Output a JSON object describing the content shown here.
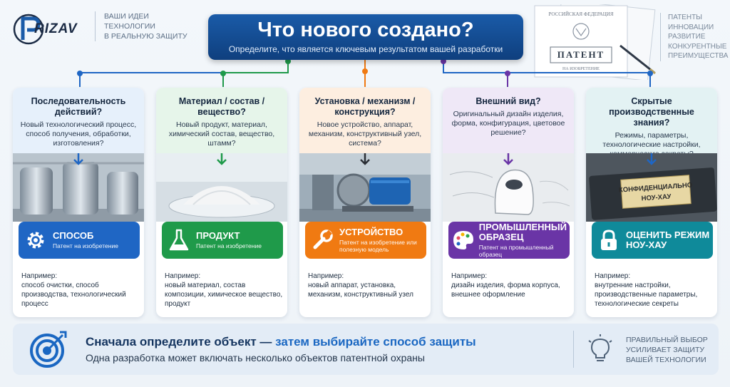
{
  "brand": {
    "logo_text": "RIZAV",
    "tagline_left": [
      "ВАШИ ИДЕИ",
      "ТЕХНОЛОГИИ",
      "В РЕАЛЬНУЮ ЗАЩИТУ"
    ],
    "tagline_right": [
      "ПАТЕНТЫ",
      "ИННОВАЦИИ",
      "РАЗВИТИЕ",
      "КОНКУРЕНТНЫЕ",
      "ПРЕИМУЩЕСТВА"
    ]
  },
  "patent_doc": {
    "header": "РОССИЙСКАЯ ФЕДЕРАЦИЯ",
    "title": "ПАТЕНТ",
    "subtitle": "НА ИЗОБРЕТЕНИЕ"
  },
  "header": {
    "title": "Что нового создано?",
    "subtitle": "Определите, что является ключевым результатом вашей разработки"
  },
  "cards": [
    {
      "title": "Последовательность действий?",
      "desc": "Новый технологический процесс, способ получения, обработки, изготовления?",
      "badge_title": "СПОСОБ",
      "badge_sub": "Патент на изобретение",
      "example_label": "Например:",
      "example_text": "способ очистки, способ производства, технологический процесс",
      "color": "#1f66c4",
      "top_bg": "#e6f0fb",
      "icon": "gear-icon"
    },
    {
      "title": "Материал / состав / вещество?",
      "desc": "Новый продукт, материал, химический состав, вещество, штамм?",
      "badge_title": "ПРОДУКТ",
      "badge_sub": "Патент на изобретение",
      "example_label": "Например:",
      "example_text": "новый материал, состав композиции, химическое вещество, продукт",
      "color": "#1f9a4a",
      "top_bg": "#e6f5ea",
      "icon": "flask-icon"
    },
    {
      "title": "Установка / механизм / конструкция?",
      "desc": "Новое устройство, аппарат, механизм, конструктивный узел, система?",
      "badge_title": "УСТРОЙСТВО",
      "badge_sub": "Патент на изобретение или полезную модель",
      "example_label": "Например:",
      "example_text": "новый аппарат, установка, механизм, конструктивный узел",
      "color": "#f07a12",
      "top_bg": "#fdeee0",
      "icon": "wrench-icon"
    },
    {
      "title": "Внешний вид?",
      "desc": "Оригинальный дизайн изделия, форма, конфигурация, цветовое решение?",
      "badge_title": "ПРОМЫШЛЕННЫЙ ОБРАЗЕЦ",
      "badge_sub": "Патент на промышленный образец",
      "example_label": "Например:",
      "example_text": "дизайн изделия, форма корпуса, внешнее оформление",
      "color": "#6a35a6",
      "top_bg": "#efe8f7",
      "icon": "palette-icon"
    },
    {
      "title": "Скрытые производственные знания?",
      "desc": "Режимы, параметры, технологические настройки, коммерческие секреты?",
      "badge_title": "ОЦЕНИТЬ РЕЖИМ НОУ-ХАУ",
      "badge_sub": "",
      "example_label": "Например:",
      "example_text": "внутренние настройки, производственные параметры, технологические секреты",
      "color": "#0f8a9a",
      "top_bg": "#e3f2f3",
      "icon": "lock-icon",
      "folder_label": "КОНФИДЕНЦИАЛЬНО НОУ-ХАУ"
    }
  ],
  "footer": {
    "main_part1": "Сначала определите объект — ",
    "main_part2": "затем выбирайте способ защиты",
    "sub": "Одна разработка может включать несколько объектов патентной охраны",
    "right": [
      "ПРАВИЛЬНЫЙ ВЫБОР",
      "УСИЛИВАЕТ ЗАЩИТУ",
      "ВАШЕЙ ТЕХНОЛОГИИ"
    ]
  }
}
